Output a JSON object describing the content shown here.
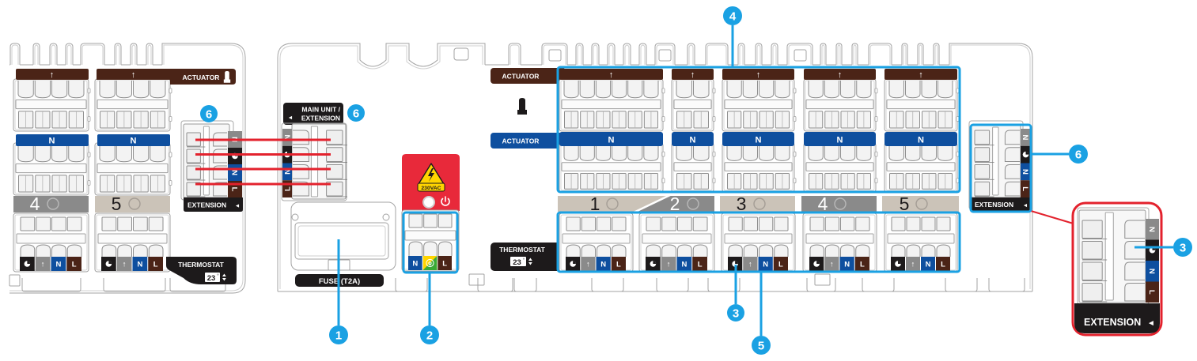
{
  "colors": {
    "actuator_brown": "#4b2417",
    "neutral_blue": "#0e4f9f",
    "thermostat_black": "#1d1a1b",
    "actuator_gray": "#8a8a8a",
    "zone_beige": "#cbc3b8",
    "callout_blue": "#1aa1e3",
    "bus_red": "#e3222d",
    "power_red": "#e8293a",
    "earth_yellow": "#ffd400",
    "earth_green": "#3aa935"
  },
  "extension_unit": {
    "actuator_label": "ACTUATOR",
    "actuator_icon": "actuator-icon",
    "zones": [
      {
        "number": "4",
        "actuator_symbol": "↑",
        "neutral_label": "N",
        "actuator_terminals": 4,
        "zone_style": "gray",
        "led": "off"
      },
      {
        "number": "5",
        "actuator_symbol": "↑",
        "neutral_label": "N",
        "actuator_terminals": 4,
        "zone_style": "beige",
        "led": "off"
      }
    ],
    "thermostat_terminals": [
      {
        "icon": "clock-icon",
        "label": "",
        "color": "black"
      },
      {
        "label": "↑",
        "color": "gray"
      },
      {
        "label": "N",
        "color": "blue"
      },
      {
        "label": "L",
        "color": "brown"
      }
    ],
    "thermostat": {
      "label": "THERMOSTAT",
      "display_value": "23",
      "degree": "°"
    },
    "extension_connector": {
      "label": "EXTENSION",
      "arrow": "◄",
      "pins": [
        {
          "label": "N",
          "color": "gray"
        },
        {
          "icon": "clock-icon",
          "label": "",
          "color": "black"
        },
        {
          "label": "N",
          "color": "blue"
        },
        {
          "label": "L",
          "color": "brown"
        }
      ]
    }
  },
  "main_unit": {
    "bus_connector": {
      "label_line1": "MAIN UNIT /",
      "label_line2": "EXTENSION",
      "arrow": "◄",
      "pins": [
        {
          "label": "N",
          "color": "gray"
        },
        {
          "icon": "clock-icon",
          "label": "",
          "color": "black"
        },
        {
          "label": "N",
          "color": "blue"
        },
        {
          "label": "L",
          "color": "brown"
        }
      ]
    },
    "fuse": {
      "label": "FUSE (T2A)"
    },
    "power": {
      "warning_text": "230VAC",
      "warning_icon": "high-voltage-icon",
      "power_icon": "power-icon",
      "led": "off",
      "terminals": [
        {
          "label": "N",
          "color": "blue"
        },
        {
          "icon": "earth-icon",
          "label": "",
          "color": "earth"
        },
        {
          "label": "L",
          "color": "brown"
        }
      ]
    },
    "actuator_labels": {
      "live": "ACTUATOR",
      "neutral": "ACTUATOR"
    },
    "actuator_icon": "actuator-icon",
    "zones": [
      {
        "number": "1",
        "actuator_symbol": "↑",
        "neutral_label": "N",
        "actuator_terminals": 6,
        "zone_style": "beige",
        "led": "off"
      },
      {
        "number": "2",
        "actuator_symbol": "↑",
        "neutral_label": "N",
        "actuator_terminals": 2,
        "zone_style": "gray",
        "led": "off"
      },
      {
        "number": "3",
        "actuator_symbol": "↑",
        "neutral_label": "N",
        "actuator_terminals": 4,
        "zone_style": "beige",
        "led": "off"
      },
      {
        "number": "4",
        "actuator_symbol": "↑",
        "neutral_label": "N",
        "actuator_terminals": 4,
        "zone_style": "gray",
        "led": "off"
      },
      {
        "number": "5",
        "actuator_symbol": "↑",
        "neutral_label": "N",
        "actuator_terminals": 4,
        "zone_style": "beige",
        "led": "off"
      }
    ],
    "thermostat_terminals": [
      {
        "icon": "clock-icon",
        "label": "",
        "color": "black"
      },
      {
        "label": "↑",
        "color": "gray"
      },
      {
        "label": "N",
        "color": "blue"
      },
      {
        "label": "L",
        "color": "brown"
      }
    ],
    "thermostat": {
      "label": "THERMOSTAT",
      "display_value": "23",
      "degree": "°"
    },
    "extension_connector": {
      "label": "EXTENSION",
      "arrow": "◄",
      "pins": [
        {
          "label": "N",
          "color": "gray"
        },
        {
          "icon": "clock-icon",
          "label": "",
          "color": "black"
        },
        {
          "label": "N",
          "color": "blue"
        },
        {
          "label": "L",
          "color": "brown"
        }
      ]
    }
  },
  "magnified_extension_connector": {
    "label": "EXTENSION",
    "arrow": "◄",
    "pins": [
      {
        "label": "N",
        "color": "gray"
      },
      {
        "icon": "clock-icon",
        "label": "",
        "color": "black"
      },
      {
        "label": "N",
        "color": "blue"
      },
      {
        "label": "L",
        "color": "brown"
      }
    ]
  },
  "bus_wires": {
    "count": 4,
    "color": "red"
  },
  "callouts": [
    {
      "number": "1"
    },
    {
      "number": "2"
    },
    {
      "number": "3"
    },
    {
      "number": "4"
    },
    {
      "number": "5"
    },
    {
      "number": "6"
    },
    {
      "number": "6"
    },
    {
      "number": "6"
    },
    {
      "number": "3"
    }
  ]
}
